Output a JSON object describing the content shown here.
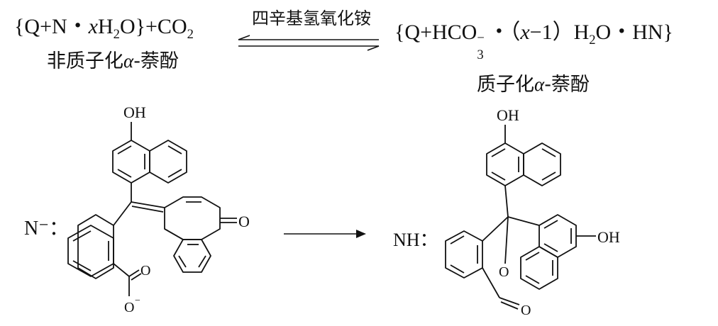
{
  "equation": {
    "left_open": "{Q+N・",
    "left_x": "x",
    "left_h": "H",
    "left_sub2": "2",
    "left_close": "O}+CO",
    "left_co2_sub": "2",
    "catalyst": "四辛基氢氧化铵",
    "right_open": "{Q+HCO",
    "right_sub3": "3",
    "right_sup_minus": "−",
    "right_dot": "・（",
    "right_x": "x",
    "right_minus1": "−1）H",
    "right_sub2": "2",
    "right_close": "O・HN}",
    "left_caption_pre": "非质子化",
    "left_caption_alpha": "α",
    "left_caption_post": "-萘酚",
    "right_caption_pre": "质子化",
    "right_caption_alpha": "α",
    "right_caption_post": "-萘酚"
  },
  "structures": {
    "left_label": "N⁻：",
    "right_label": "NH：",
    "oh": "OH",
    "o": "O",
    "o_minus": "O",
    "minus": "−"
  }
}
